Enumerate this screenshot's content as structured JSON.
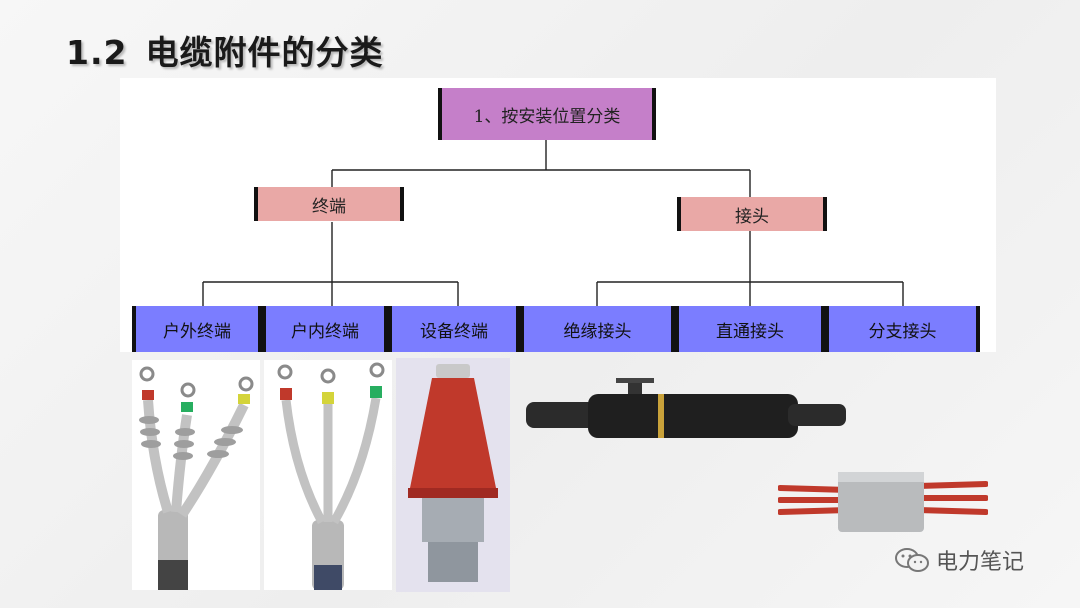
{
  "slide": {
    "number": "1.2",
    "title": "电缆附件的分类"
  },
  "tree": {
    "root": "1、按安装位置分类",
    "branches": [
      {
        "label": "终端",
        "children": [
          "户外终端",
          "户内终端",
          "设备终端"
        ]
      },
      {
        "label": "接头",
        "children": [
          "绝缘接头",
          "直通接头",
          "分支接头"
        ]
      }
    ]
  },
  "colors": {
    "root_fill": "#c57fc9",
    "branch_fill": "#e9a8a6",
    "leaf_fill": "#7b7dff",
    "insulator_gray": "#b9b9b9",
    "stress_cone_red": "#c0392b"
  },
  "watermark": {
    "text": "电力笔记"
  }
}
